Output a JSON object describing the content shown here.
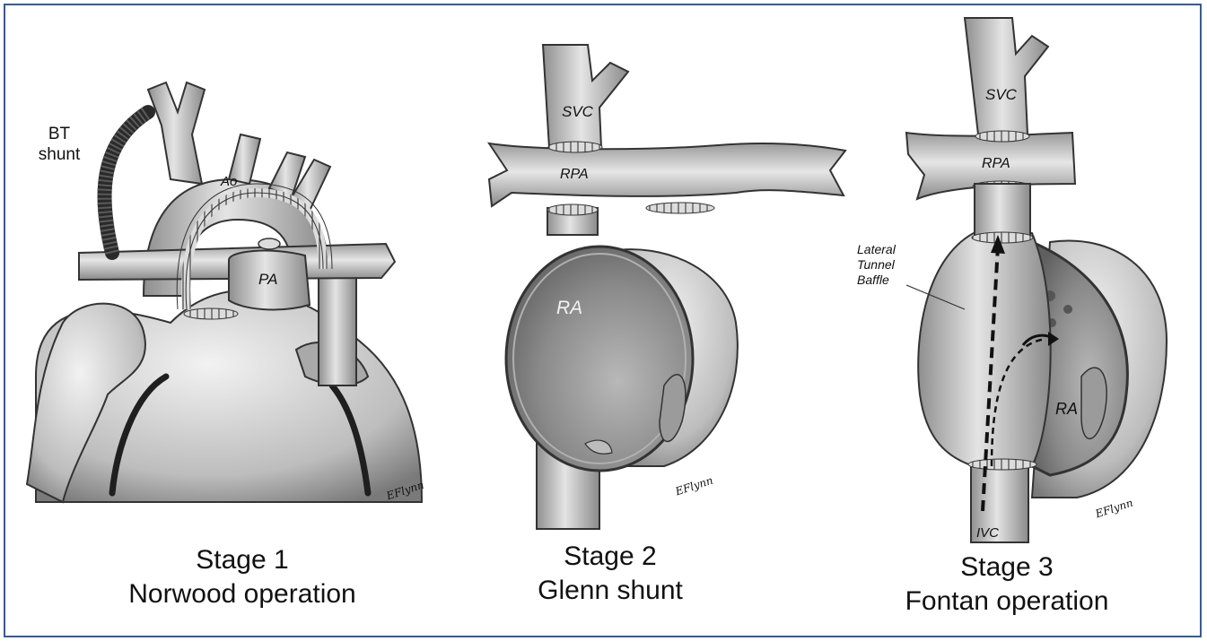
{
  "panels": [
    {
      "stage": "Stage 1",
      "procedure": "Norwood operation",
      "labels": {
        "shunt_line1": "BT",
        "shunt_line2": "shunt",
        "aorta": "Ao",
        "pulmonary_artery": "PA"
      },
      "signature": "EFlynn"
    },
    {
      "stage": "Stage 2",
      "procedure": "Glenn shunt",
      "labels": {
        "svc": "SVC",
        "rpa": "RPA",
        "ra": "RA"
      },
      "signature": "EFlynn"
    },
    {
      "stage": "Stage 3",
      "procedure": "Fontan operation",
      "labels": {
        "svc": "SVC",
        "rpa": "RPA",
        "baffle_line1": "Lateral",
        "baffle_line2": "Tunnel",
        "baffle_line3": "Baffle",
        "ra": "RA",
        "ivc": "IVC"
      },
      "signature": "EFlynn"
    }
  ],
  "colors": {
    "frame": "#3a5a8c",
    "vessel": "#c9c9c9",
    "vessel_dark": "#8a8a8a",
    "chamber": "#7d7d7d",
    "outline": "#333333"
  }
}
